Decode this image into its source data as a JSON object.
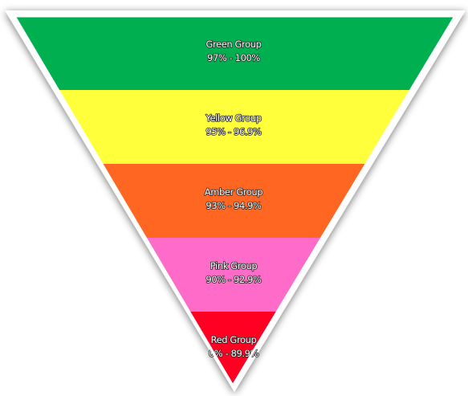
{
  "levels": [
    {
      "name": "Green Group",
      "range": "97% - 100%",
      "color": "#00b050"
    },
    {
      "name": "Yellow Group",
      "range": "95% - 96.9%",
      "color": "#ffff3c"
    },
    {
      "name": "Amber Group",
      "range": "93% - 94.9%",
      "color": "#ff6622"
    },
    {
      "name": "Pink Group",
      "range": "90% - 92.9%",
      "color": "#ff6bc8"
    },
    {
      "name": "Red Group",
      "range": "0% - 89.9%",
      "color": "#ff0022"
    }
  ]
}
